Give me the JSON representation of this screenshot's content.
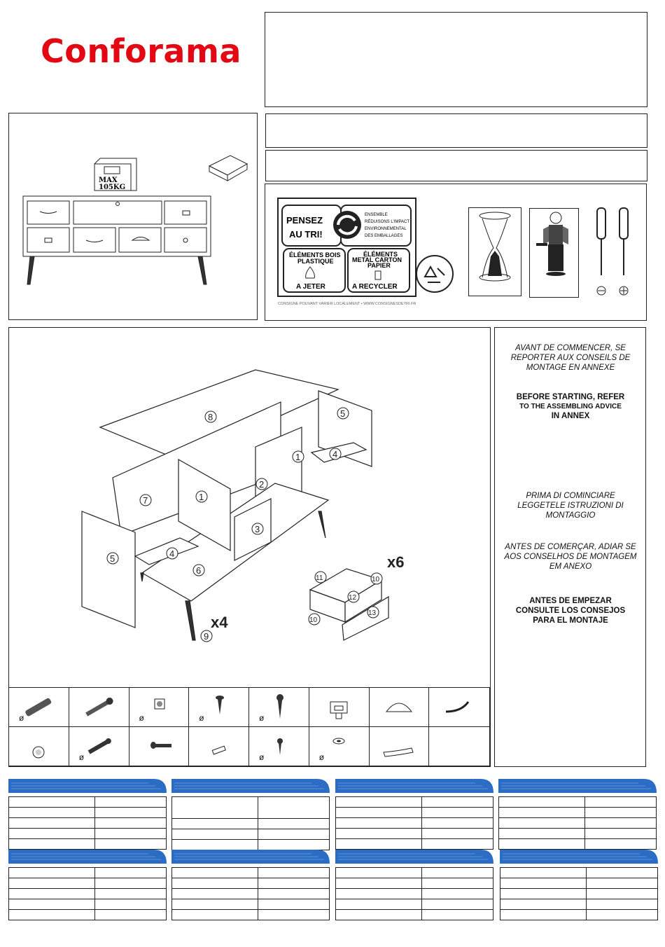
{
  "brand": {
    "name": "Conforama",
    "color": "#e30613"
  },
  "product_image": {
    "weight_label_1": "MAX",
    "weight_label_2": "105KG"
  },
  "recycling": {
    "title_line1": "PENSEZ",
    "title_line2": "AU TRI!",
    "impact_text": [
      "ENSEMBLE",
      "RÉDUISONS L'IMPACT",
      "ENVIRONNEMENTAL",
      "DES EMBALLAGES"
    ],
    "left_bin_line1": "ÉLÉMENTS BOIS",
    "left_bin_line2": "PLASTIQUE",
    "left_bin_action": "A JETER",
    "right_bin_line1": "ÉLÉMENTS",
    "right_bin_line2": "METAL CARTON",
    "right_bin_line3": "PAPIER",
    "right_bin_action": "A RECYCLER",
    "footer": "CONSIGNE POUVANT VARIER LOCALEMENT • WWW.CONSIGNESDETRI.FR"
  },
  "diagram": {
    "part_labels": [
      "8",
      "5",
      "4",
      "1",
      "2",
      "7",
      "1",
      "3",
      "5",
      "4",
      "6",
      "9",
      "11",
      "10",
      "12",
      "10",
      "13"
    ],
    "qty_drawer": "x6",
    "qty_legs": "x4"
  },
  "advice": {
    "fr": "AVANT DE COMMENCER, SE REPORTER AUX CONSEILS DE MONTAGE  EN ANNEXE",
    "en_line1": "BEFORE STARTING, REFER",
    "en_line2": "TO THE ASSEMBLING ADVICE",
    "en_line3": "IN ANNEX",
    "it": "PRIMA DI COMINCIARE LEGGETELE ISTRUZIONI DI MONTAGGIO",
    "pt": "ANTES DE COMERÇAR, ADIAR SE AOS CONSELHOS DE MONTAGEM EM ANEXO",
    "es": "ANTES DE EMPEZAR CONSULTE LOS CONSEJOS PARA EL MONTAJE"
  },
  "hardware": {
    "diameter_symbol": "ø"
  },
  "colors": {
    "table_header_blue": "#2b6cc4",
    "line": "#222222"
  }
}
